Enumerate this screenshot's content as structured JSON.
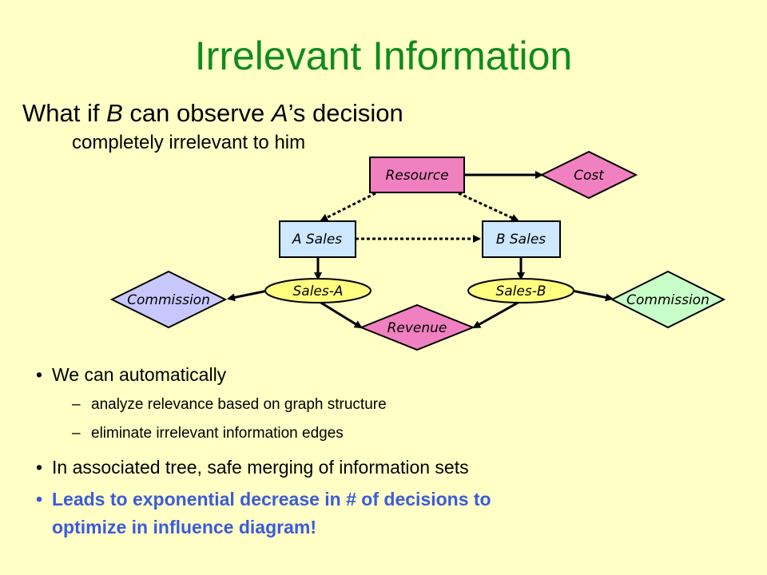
{
  "title": "Irrelevant Information",
  "subhead": {
    "prefix": "What if ",
    "b": "B",
    "middle": " can observe ",
    "a": "A",
    "suffix": "’s decision"
  },
  "subsub": "completely irrelevant to him",
  "nodes": {
    "resource": "Resource",
    "cost": "Cost",
    "a_sales": "A Sales",
    "b_sales": "B Sales",
    "sales_a": "Sales-A",
    "sales_b": "Sales-B",
    "commission_a": "Commission",
    "commission_b": "Commission",
    "revenue": "Revenue"
  },
  "bullets": [
    {
      "text": "We can automatically",
      "level": 1
    },
    {
      "text": "analyze relevance based on graph structure",
      "level": 2
    },
    {
      "text": "eliminate irrelevant information edges",
      "level": 2
    },
    {
      "text": "In associated tree, safe merging of information sets",
      "level": 1
    },
    {
      "text": "Leads to exponential decrease in # of decisions to",
      "level": 1,
      "highlight": true
    },
    {
      "text": "optimize in influence diagram!",
      "level": 1,
      "highlight": true,
      "continuation": true
    }
  ],
  "colors": {
    "background": "#ffffc6",
    "title": "#118b1e",
    "decision": "#cde8ff",
    "chance": "#ffff80",
    "utility_pink": "#f080c0",
    "utility_purple": "#c8c8ff",
    "utility_green": "#c8ffc8",
    "highlight_text": "#3b5bdb"
  }
}
